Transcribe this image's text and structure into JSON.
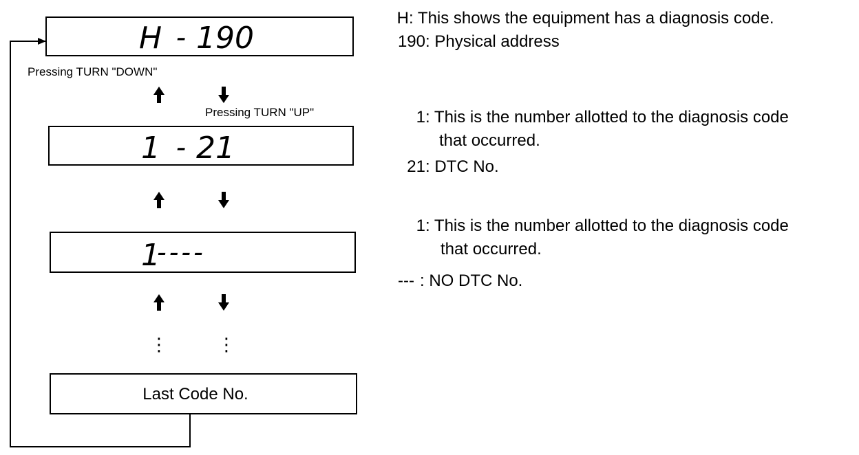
{
  "display_1": {
    "prefix": "H",
    "dash": "-",
    "code": "190"
  },
  "display_2": {
    "prefix": "1",
    "dash": "-",
    "code": "21"
  },
  "display_3": {
    "prefix": "1",
    "dashes": "----"
  },
  "last_box": {
    "label": "Last Code No."
  },
  "turn_down_label": "Pressing TURN \"DOWN\"",
  "turn_up_label": "Pressing TURN \"UP\"",
  "ellipsis": "⋮",
  "explanations": {
    "group1": [
      {
        "key": "H",
        "text": "This shows the equipment has a diagnosis  code."
      },
      {
        "key": "190",
        "text": "Physical address"
      }
    ],
    "group2": [
      {
        "key": "1",
        "text": "This is the number allotted to the diagnosis code",
        "cont": "that occurred."
      },
      {
        "key": "21",
        "text": "DTC No."
      }
    ],
    "group3": [
      {
        "key": "1",
        "text": "This is the number allotted to the diagnosis code",
        "cont": "that occurred."
      },
      {
        "key": "---",
        "text": "NO DTC No."
      }
    ]
  }
}
